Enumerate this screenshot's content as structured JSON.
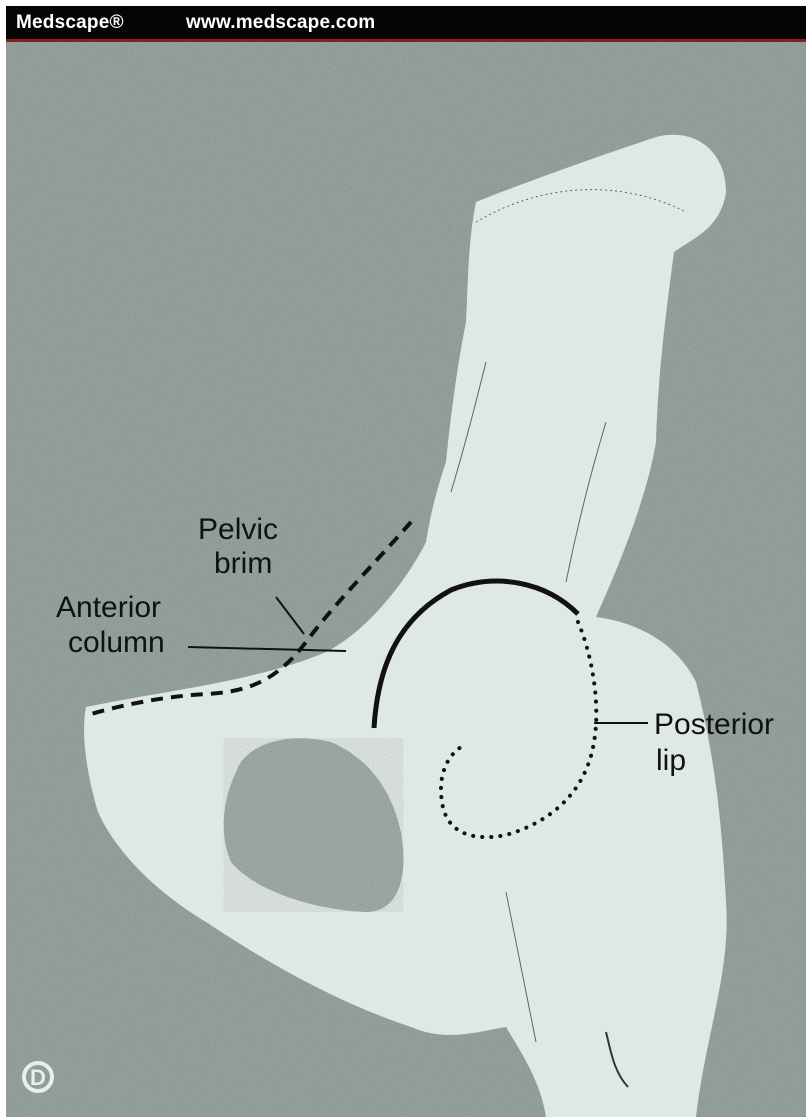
{
  "header": {
    "brand": "Medscape®",
    "site": "www.medscape.com"
  },
  "figure": {
    "labels": {
      "pelvic_brim_line1": "Pelvic",
      "pelvic_brim_line2": "brim",
      "anterior_column_line1": "Anterior",
      "anterior_column_line2": "column",
      "posterior_lip_line1": "Posterior",
      "posterior_lip_line2": "lip"
    },
    "corner_mark": "D"
  },
  "colors": {
    "header_bg": "#050505",
    "header_rule": "#8a1d1d",
    "background_texture": "#8e9c97",
    "bone_tracing": "#dfe9e4",
    "lines": "#111111"
  }
}
